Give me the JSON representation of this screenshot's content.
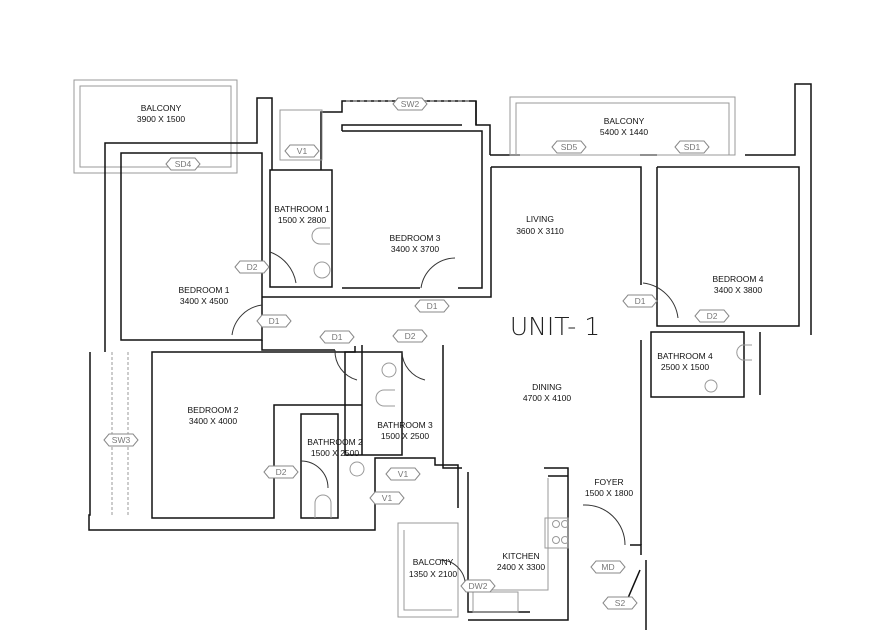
{
  "unit_label": "UNIT- 1",
  "rooms": [
    {
      "name": "BALCONY",
      "size": "3900 X 1500"
    },
    {
      "name": "BATHROOM 1",
      "size": "1500 X 2800"
    },
    {
      "name": "BEDROOM 3",
      "size": "3400 X 3700"
    },
    {
      "name": "BALCONY",
      "size": "5400 X 1440"
    },
    {
      "name": "LIVING",
      "size": "3600 X 3110"
    },
    {
      "name": "BEDROOM 4",
      "size": "3400 X 3800"
    },
    {
      "name": "BEDROOM 1",
      "size": "3400 X 4500"
    },
    {
      "name": "BATHROOM 4",
      "size": "2500 X 1500"
    },
    {
      "name": "DINING",
      "size": "4700 X 4100"
    },
    {
      "name": "BEDROOM 2",
      "size": "3400 X 4000"
    },
    {
      "name": "BATHROOM 3",
      "size": "1500 X 2500"
    },
    {
      "name": "BATHROOM 2",
      "size": "1500 X 2500"
    },
    {
      "name": "FOYER",
      "size": "1500 X 1800"
    },
    {
      "name": "KITCHEN",
      "size": "2400 X 3300"
    },
    {
      "name": "BALCONY",
      "size": "1350 X 2100"
    }
  ],
  "tags": [
    "SW2",
    "V1",
    "SD4",
    "SD5",
    "SD1",
    "D2",
    "D1",
    "D1",
    "D1",
    "D2",
    "D1",
    "D2",
    "SW3",
    "D2",
    "V1",
    "V1",
    "DW2",
    "MD",
    "S2"
  ]
}
